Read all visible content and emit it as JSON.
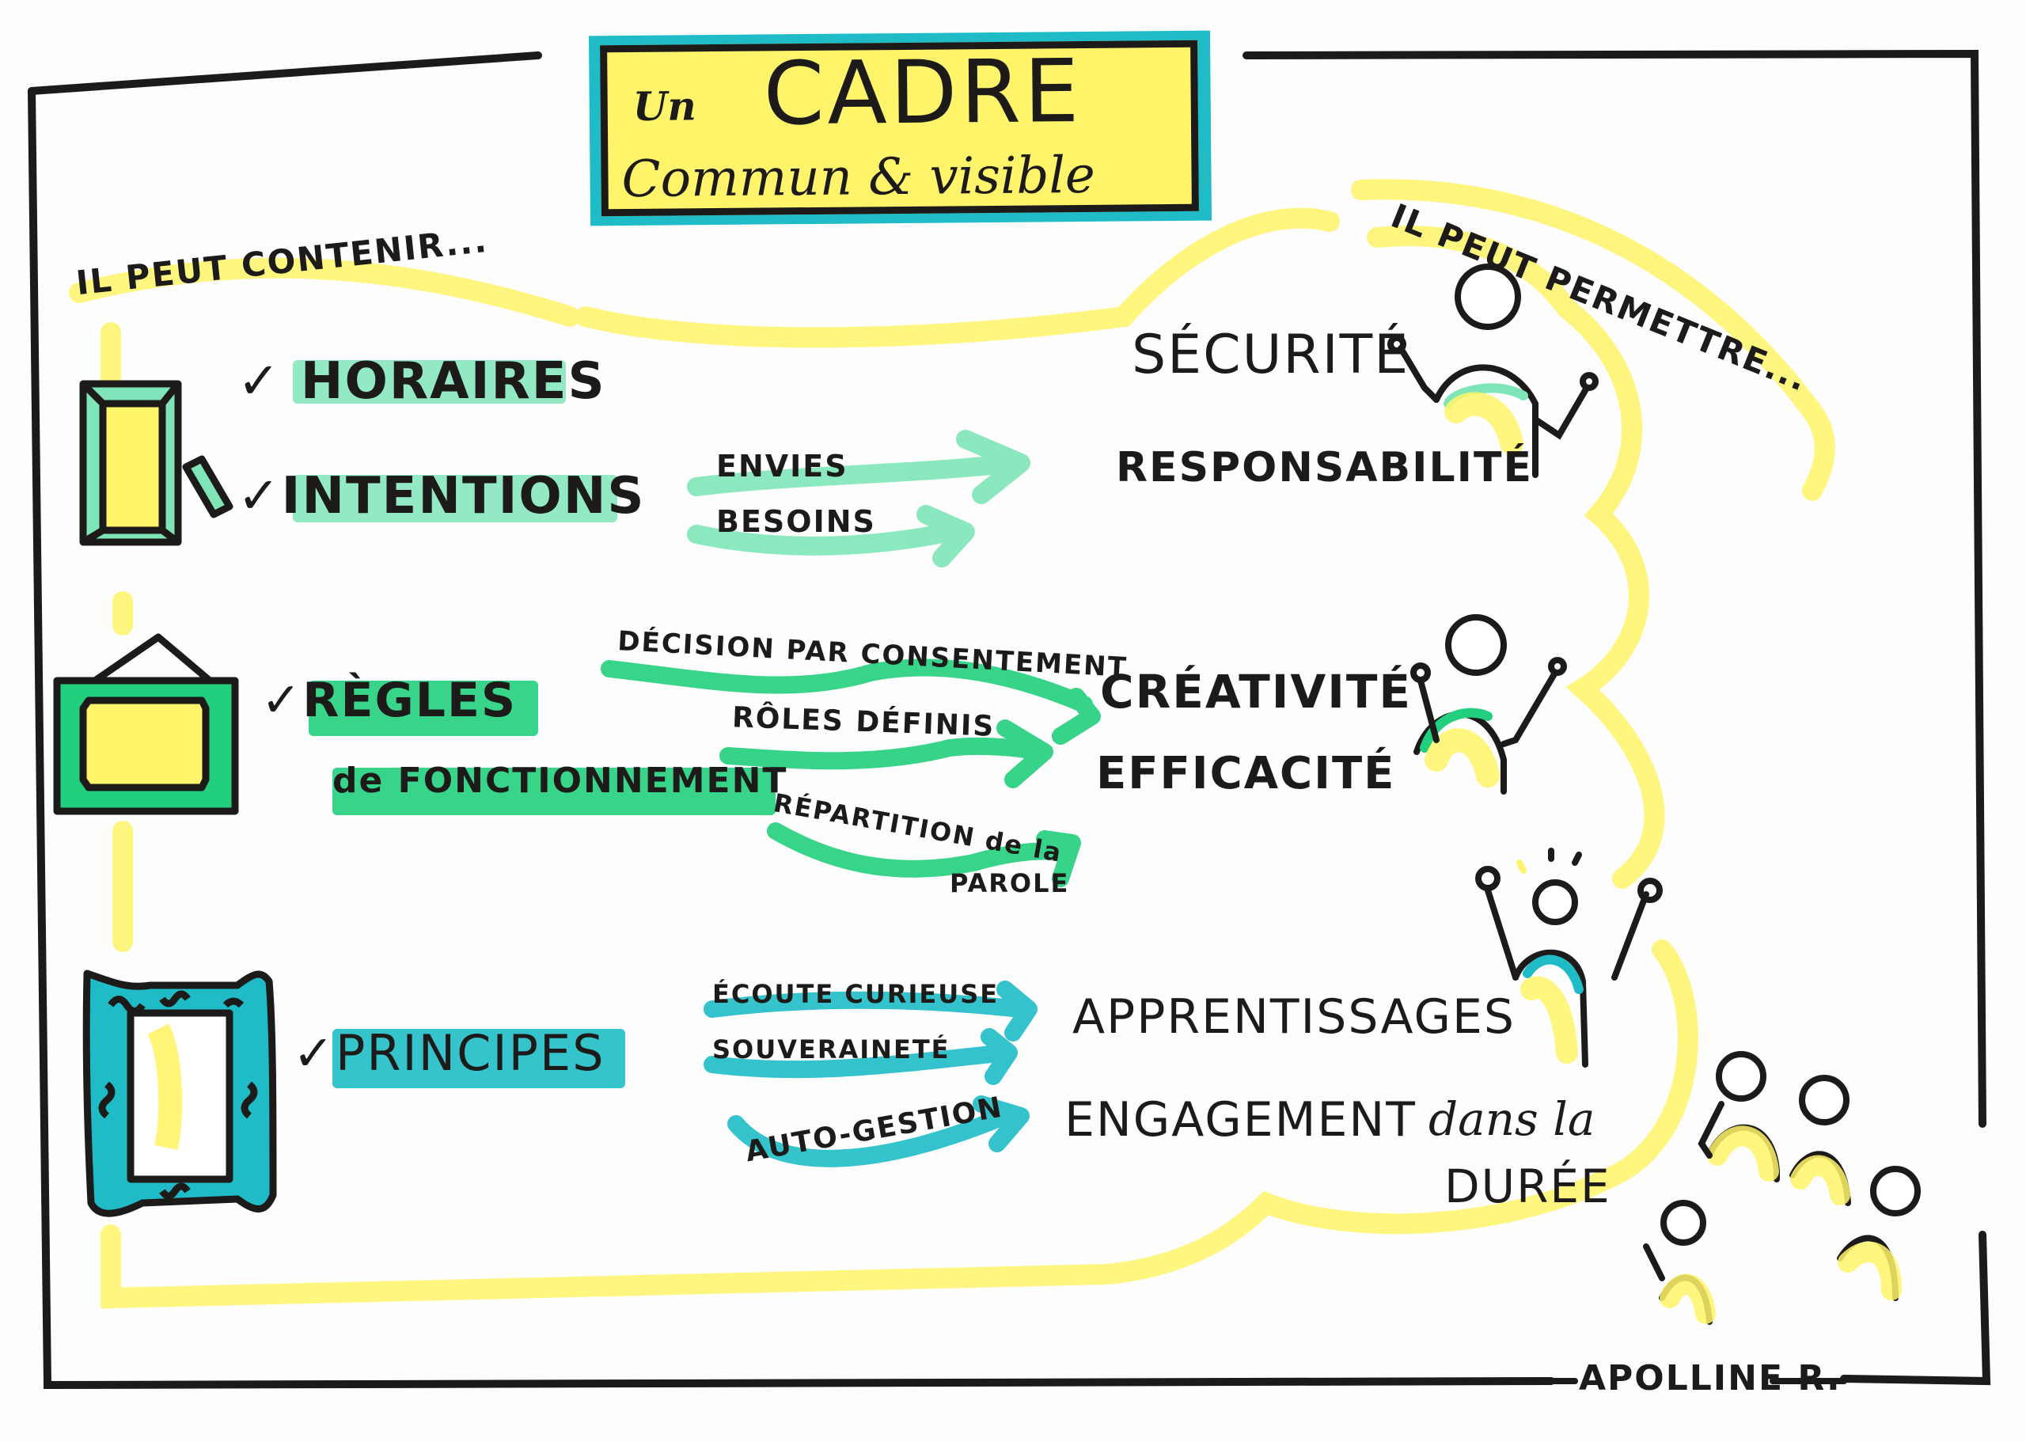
{
  "colors": {
    "ink": "#1d1a1a",
    "yellow": "#fff46a",
    "mint": "#7fe5b8",
    "green": "#22cf7c",
    "teal": "#1fbcc7",
    "paper": "#fdfdfd"
  },
  "title": {
    "prefix": "Un",
    "main": "CADRE",
    "subtitle": "Commun & visible"
  },
  "left_header": "IL PEUT CONTENIR...",
  "right_header": "IL PEUT PERMETTRE...",
  "sections": [
    {
      "icon": "simple-frame-icon",
      "items": [
        "✓ HORAIRES",
        "✓INTENTIONS"
      ],
      "highlight": "mint",
      "details": [
        "ENVIES",
        "BESOINS"
      ],
      "outcomes": [
        "SÉCURITÉ",
        "RESPONSABILITÉ"
      ]
    },
    {
      "icon": "hanging-frame-icon",
      "items": [
        "✓RÈGLES",
        "de FONCTIONNEMENT"
      ],
      "highlight": "green",
      "details": [
        "DÉCISION PAR CONSENTEMENT",
        "RÔLES DÉFINIS",
        "RÉPARTITION de la",
        "PAROLE"
      ],
      "outcomes": [
        "CRÉATIVITÉ",
        "EFFICACITÉ"
      ]
    },
    {
      "icon": "ornate-frame-icon",
      "items": [
        "✓PRINCIPES"
      ],
      "highlight": "teal",
      "details": [
        "ÉCOUTE CURIEUSE",
        "SOUVERAINETÉ",
        "AUTO-GESTION"
      ],
      "outcomes": [
        "APPRENTISSAGES",
        "ENGAGEMENT",
        "dans la",
        "DURÉE"
      ]
    }
  ],
  "signature": "APOLLINE R."
}
